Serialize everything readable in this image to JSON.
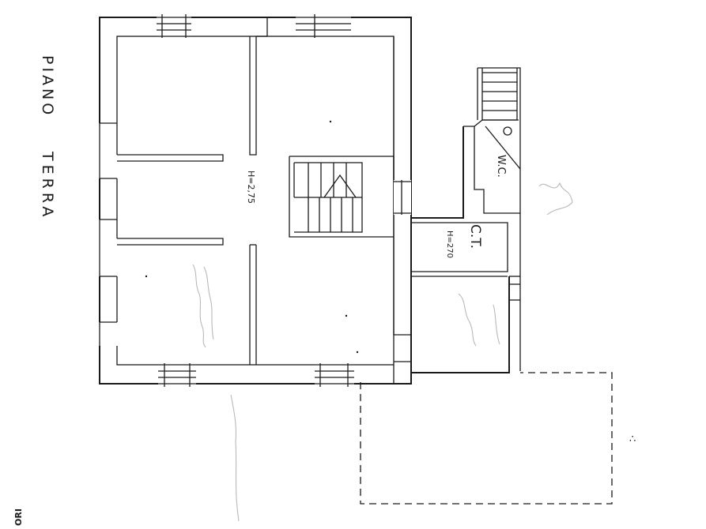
{
  "plan": {
    "floor_word_1": "PIANO",
    "floor_word_2": "TERRA",
    "height_main": "H=2,75",
    "height_ct": "H=270",
    "wc_label": "W.C.",
    "ct_label": "C.T.",
    "edge_text": "ORI",
    "corner_mark": "∴"
  },
  "colors": {
    "ink": "#1a1a1a",
    "handwriting": "#b0b0b0",
    "paper": "#ffffff"
  }
}
